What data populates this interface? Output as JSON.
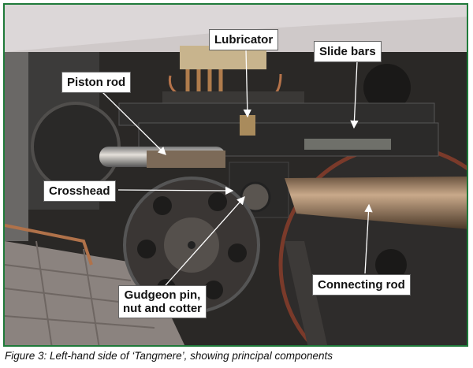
{
  "figure": {
    "labels": {
      "lubricator": "Lubricator",
      "slide_bars": "Slide bars",
      "piston_rod": "Piston rod",
      "crosshead": "Crosshead",
      "gudgeon_line1": "Gudgeon pin,",
      "gudgeon_line2": "nut and cotter",
      "connecting_rod": "Connecting rod"
    },
    "caption": "Figure 3: Left-hand side of ‘Tangmere’, showing principal components",
    "border_color": "#1f7a3a"
  }
}
